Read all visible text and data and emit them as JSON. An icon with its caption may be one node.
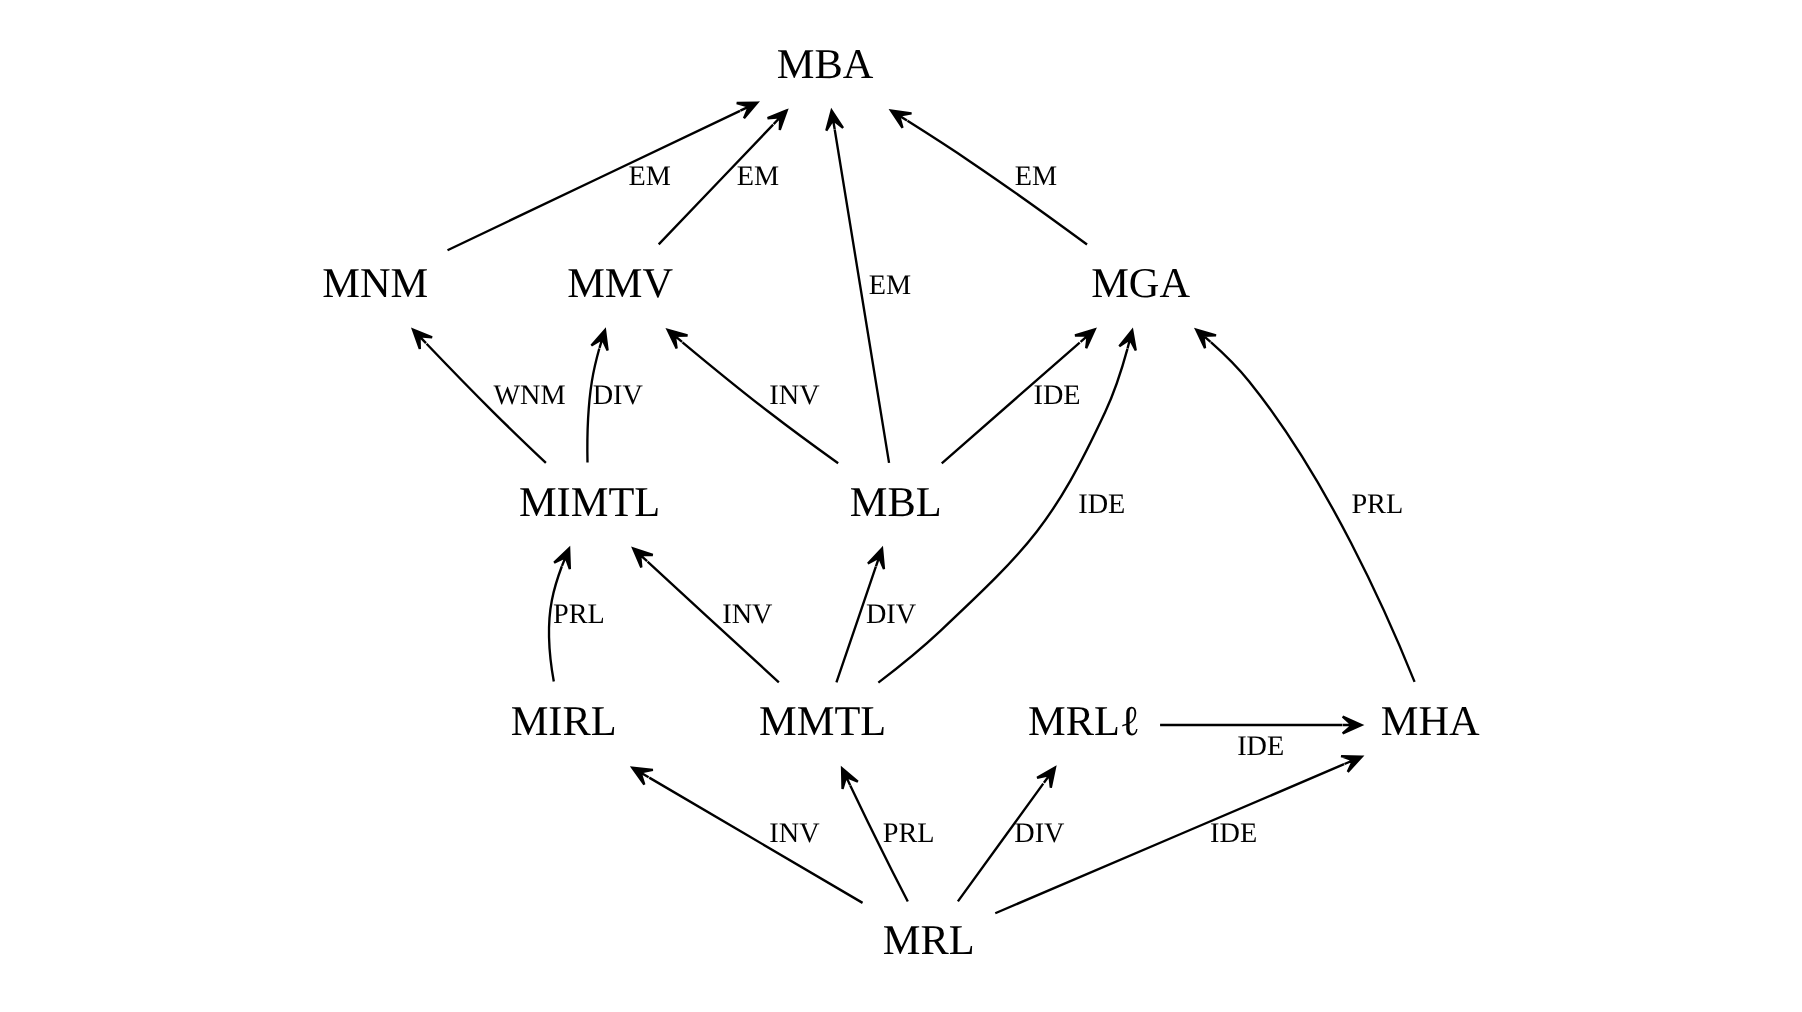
{
  "diagram": {
    "nodes": [
      {
        "text": [
          "MBA"
        ]
      },
      {
        "text": [
          "MGA"
        ]
      },
      {
        "text": [
          "MMV"
        ]
      },
      {
        "text": [
          "MNM"
        ]
      },
      {
        "text": [
          "MBL"
        ]
      },
      {
        "text": [
          "MIMTL"
        ]
      },
      {
        "text": [
          "MHA"
        ]
      },
      {
        "text": [
          "MRLℓ"
        ]
      },
      {
        "text": [
          "MMTL"
        ]
      },
      {
        "text": [
          "MIRL"
        ]
      },
      {
        "text": [
          "MRL"
        ]
      }
    ],
    "edges": [
      {
        "from": 1,
        "to": 0,
        "arrow": "to",
        "label": "EM"
      },
      {
        "from": 4,
        "to": 0,
        "arrow": "to",
        "label": "EM"
      },
      {
        "from": 2,
        "to": 0,
        "arrow": "to",
        "label": "EM"
      },
      {
        "from": 3,
        "to": 0,
        "arrow": "to",
        "label": "EM"
      },
      {
        "from": 4,
        "to": 1,
        "arrow": "to",
        "label": "IDE"
      },
      {
        "from": 8,
        "to": 1,
        "arrow": "to",
        "label": "IDE"
      },
      {
        "from": 4,
        "to": 2,
        "arrow": "to",
        "label": "INV"
      },
      {
        "from": 5,
        "to": 2,
        "arrow": "to",
        "label": "DIV"
      },
      {
        "from": 5,
        "to": 3,
        "arrow": "to",
        "label": "WNM"
      },
      {
        "from": 6,
        "to": 1,
        "arrow": "to",
        "label": "PRL"
      },
      {
        "from": 8,
        "to": 4,
        "arrow": "to",
        "label": "DIV"
      },
      {
        "from": 8,
        "to": 5,
        "arrow": "to",
        "label": "INV"
      },
      {
        "from": 9,
        "to": 5,
        "arrow": "to",
        "label": "PRL"
      },
      {
        "from": 7,
        "to": 6,
        "arrow": "to",
        "label": "IDE"
      },
      {
        "from": 10,
        "to": 6,
        "arrow": "to",
        "label": "IDE"
      },
      {
        "from": 10,
        "to": 7,
        "arrow": "to",
        "label": "DIV"
      },
      {
        "from": 10,
        "to": 8,
        "arrow": "to",
        "label": "PRL"
      },
      {
        "from": 10,
        "to": 9,
        "arrow": "to",
        "label": "INV"
      }
    ]
  }
}
